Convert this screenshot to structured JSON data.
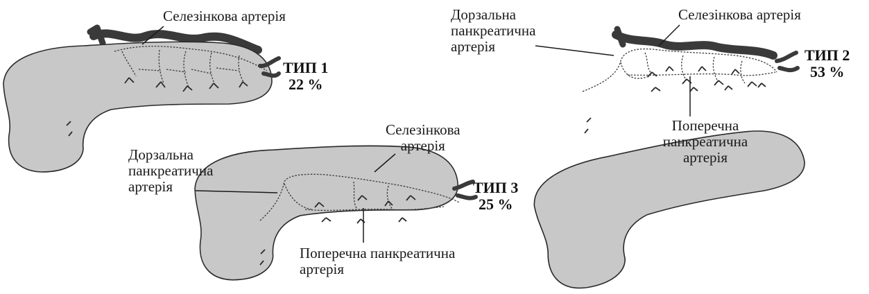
{
  "panels": [
    {
      "type_label": "ТИП 1",
      "percent": "22 %",
      "labels": {
        "splenic_artery": "Селезінкова артерія"
      }
    },
    {
      "type_label": "ТИП 2",
      "percent": "53 %",
      "labels": {
        "splenic_artery": "Селезінкова артерія",
        "dorsal_lines": [
          "Дорзальна",
          "панкреатична",
          "артерія"
        ],
        "transverse_lines": [
          "Поперечна",
          "панкреатична",
          "артерія"
        ]
      }
    },
    {
      "type_label": "ТИП 3",
      "percent": "25 %",
      "labels": {
        "splenic_lines": [
          "Селезінкова",
          "артерія"
        ],
        "dorsal_lines": [
          "Дорзальна",
          "панкреатична",
          "артерія"
        ],
        "transverse_lines": [
          "Поперечна панкреатична",
          "артерія"
        ]
      }
    }
  ],
  "colors": {
    "pancreas_fill": "#c8c8c8",
    "outline": "#2a2a2a",
    "artery": "#3a3a3a",
    "text": "#1a1a1a"
  }
}
